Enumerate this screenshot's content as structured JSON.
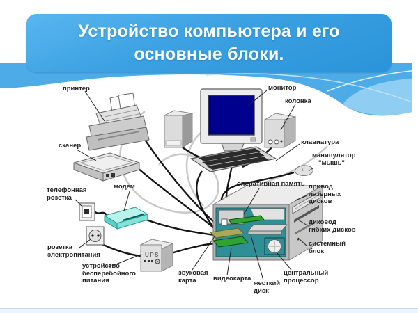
{
  "slide": {
    "title": {
      "line1": "Устройство компьютера и его",
      "line2": "основные блоки."
    },
    "colors": {
      "title_bg_top": "#59b6ef",
      "title_bg_bottom": "#2a93d9",
      "title_text": "#ffffff",
      "wave_blue": "#4dace8",
      "wave_light_blue": "#8fcdf2",
      "label_text": "#242424",
      "monitor_screen": "#00008e",
      "modem_cyan": "#84e2d8",
      "motherboard_teal": "#2e8f96",
      "card_green": "#2fa32f",
      "card_olive": "#aaa957",
      "case_gray": "#c8c8c8"
    }
  },
  "diagram": {
    "labels": {
      "printer": "принтер",
      "scanner": "сканер",
      "monitor": "монитор",
      "speaker": "колонка",
      "keyboard": "клавиатура",
      "mouse": [
        "манипулятор",
        "\"мышь\""
      ],
      "phone_socket": [
        "телефонная",
        "розетка"
      ],
      "modem": "модем",
      "ram": "оперативная память",
      "cd_drive": [
        "привод",
        "лазерных",
        "дисков"
      ],
      "floppy_drive": [
        "диковод",
        "гибких дисков"
      ],
      "system_unit": [
        "системный",
        "блок"
      ],
      "power_socket": [
        "розетка",
        "электропитания"
      ],
      "ups": [
        "устройство",
        "бесперебойного",
        "питания"
      ],
      "ups_box": "UPS",
      "sound_card": [
        "звуковая",
        "карта"
      ],
      "video_card": "видеокарта",
      "hard_disk": [
        "жесткий",
        "диск"
      ],
      "cpu": [
        "центральный",
        "процессор"
      ]
    }
  }
}
